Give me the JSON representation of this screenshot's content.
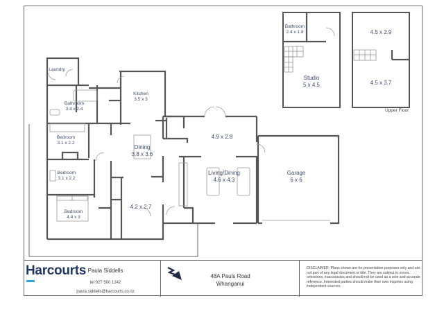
{
  "plan": {
    "ground_floor_rooms": [
      {
        "name": "Laundry",
        "dims": ""
      },
      {
        "name": "Bathroom",
        "dims": "3.4 x 2.4"
      },
      {
        "name": "Kitchen",
        "dims": "3.5 x 3"
      },
      {
        "name": "Bedroom",
        "dims": "3.1 x 2.2"
      },
      {
        "name": "Dining",
        "dims": "3.8 x 3.6"
      },
      {
        "name": "Bedroom",
        "dims": "3.1 x 2.2"
      },
      {
        "name": "Bedroom",
        "dims": "4.4 x 3"
      },
      {
        "name": "",
        "dims": "4.2 x 2.7"
      },
      {
        "name": "",
        "dims": "4.9 x 2.8"
      },
      {
        "name": "Living/Dining",
        "dims": "4.6 x 4.3"
      },
      {
        "name": "Garage",
        "dims": "6 x 6"
      }
    ],
    "studio_rooms": [
      {
        "name": "Bathroom",
        "dims": "2.4 x 1.8"
      },
      {
        "name": "Studio",
        "dims": "5 x 4.5"
      }
    ],
    "upper_floor_rooms": [
      {
        "name": "",
        "dims": "4.5 x 2.9"
      },
      {
        "name": "",
        "dims": "4.5 x 3.7"
      }
    ],
    "upper_floor_caption": "Upper Floor"
  },
  "footer": {
    "brand": "Harcourts",
    "agent_name": "Paula Siddells",
    "agent_tel": "tel 027 500 1242",
    "agent_email": "paula.siddells@harcourts.co.nz",
    "address_line1": "48A Pauls Road",
    "address_line2": "Whanganui",
    "compass_icon": "north-arrow-icon",
    "disclaimer": "DISCLAIMER: Plans shown are for presentation purposes only and are not part of any legal document or title. They are subject to errors, omissions, inaccuracies and should not be used as a sole and accurate reference. Interested parties should make their own inquiries using independent sources."
  },
  "colors": {
    "wall": "#555555",
    "label": "#3b4a66",
    "brand": "#1f3864",
    "brand_accent": "#2aa8d8"
  }
}
